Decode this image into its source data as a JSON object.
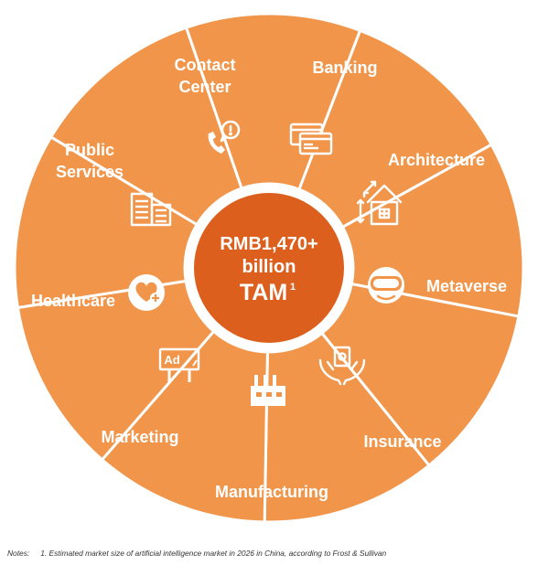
{
  "center": {
    "line1": "RMB1,470+",
    "line2": "billion",
    "line3": "TAM",
    "superscript": "1"
  },
  "segments": [
    {
      "name": "contact-center",
      "label_lines": [
        "Contact",
        "Center"
      ],
      "icon": "phone-alert-icon"
    },
    {
      "name": "banking",
      "label_lines": [
        "Banking"
      ],
      "icon": "credit-card-icon"
    },
    {
      "name": "architecture",
      "label_lines": [
        "Architecture"
      ],
      "icon": "house-dimensions-icon"
    },
    {
      "name": "metaverse",
      "label_lines": [
        "Metaverse"
      ],
      "icon": "vr-headset-icon"
    },
    {
      "name": "insurance",
      "label_lines": [
        "Insurance"
      ],
      "icon": "hands-document-icon"
    },
    {
      "name": "manufacturing",
      "label_lines": [
        "Manufacturing"
      ],
      "icon": "factory-icon"
    },
    {
      "name": "marketing",
      "label_lines": [
        "Marketing"
      ],
      "icon": "billboard-ad-icon"
    },
    {
      "name": "healthcare",
      "label_lines": [
        "Healthcare"
      ],
      "icon": "heart-plus-icon"
    },
    {
      "name": "public-services",
      "label_lines": [
        "Public",
        "Services"
      ],
      "icon": "building-icon"
    }
  ],
  "icon_text": {
    "ad": "Ad"
  },
  "notes": {
    "prefix": "Notes:",
    "text": "1. Estimated market size of artificial intelligence market in 2026 in China, according to Frost & Sullivan"
  },
  "colors": {
    "segment": "#F0954A",
    "center": "#DD5F1E",
    "divider": "#ffffff",
    "text": "#ffffff"
  }
}
